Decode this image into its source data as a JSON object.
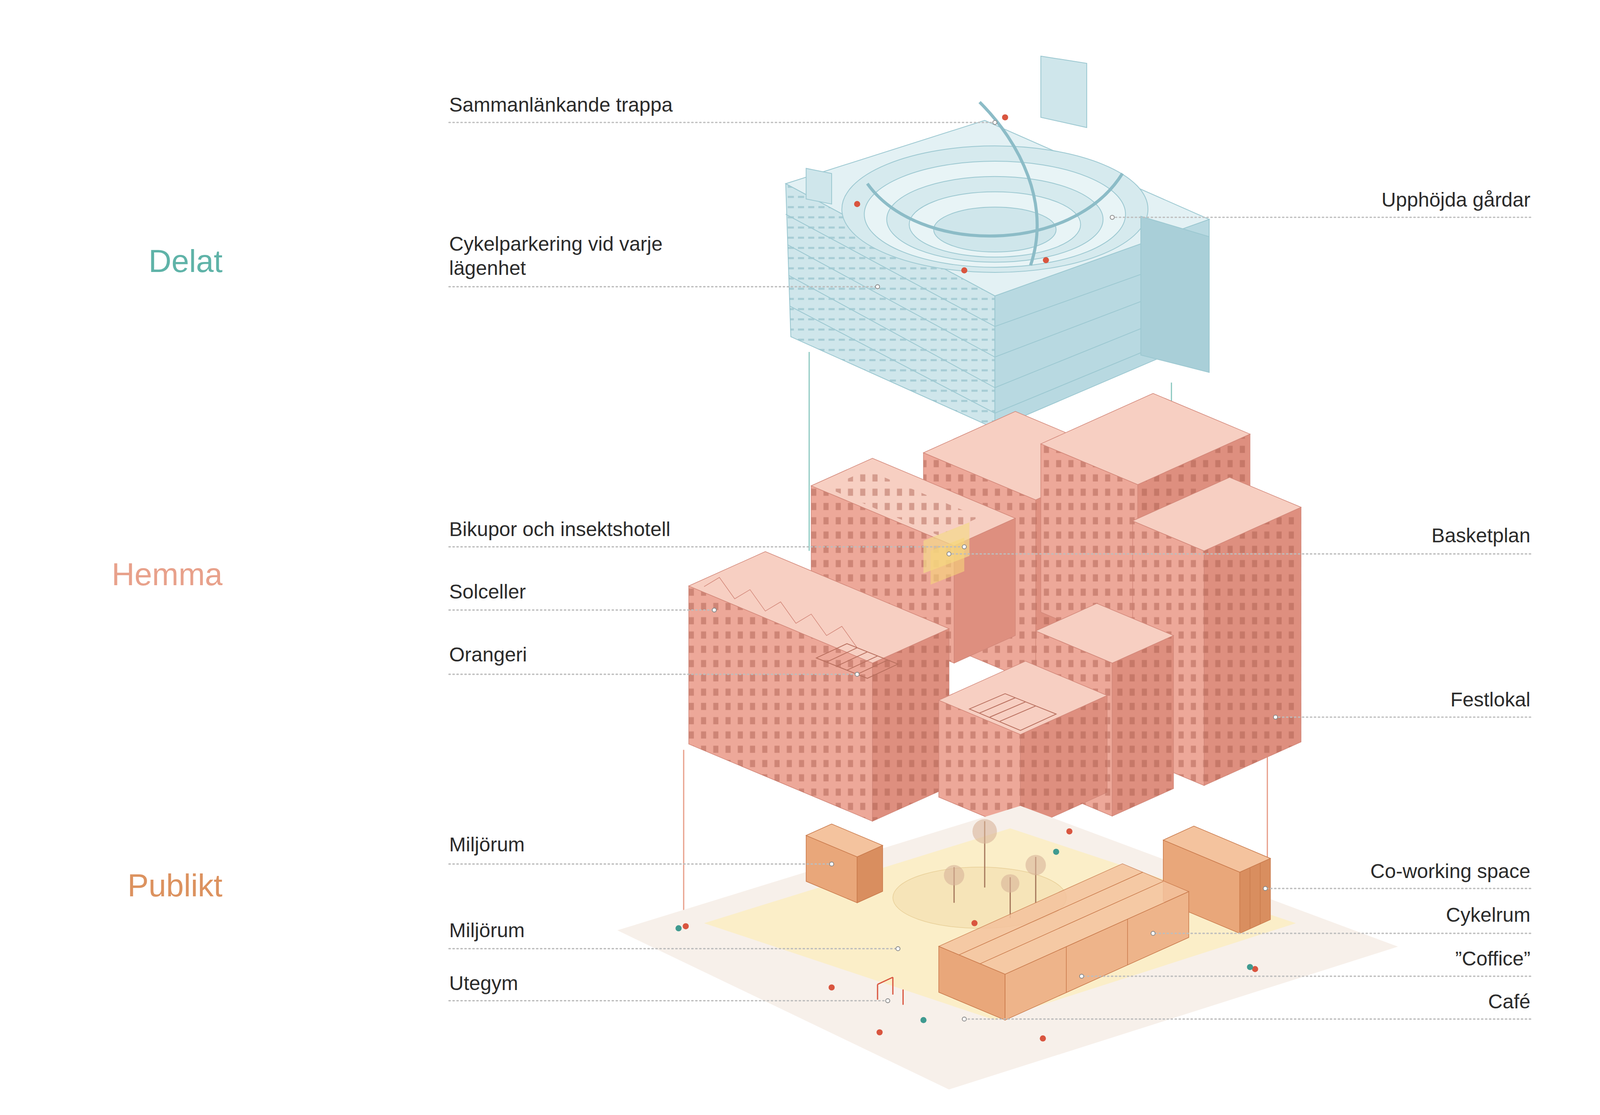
{
  "diagram": {
    "labels": [
      "Sammanlänkande trappa",
      "Upphöjda gårdar",
      "Delat",
      "Cykelparkering vid varje lägenhet",
      "Bikupor och insektshotell",
      "Basketplan",
      "Hemma",
      "Solceller",
      "Orangeri",
      "Festlokal",
      "Miljörum",
      "Co-working space",
      "Publikt",
      "Miljörum",
      "Cykelrum",
      "”Coffice”",
      "Utegym",
      "Café"
    ]
  }
}
